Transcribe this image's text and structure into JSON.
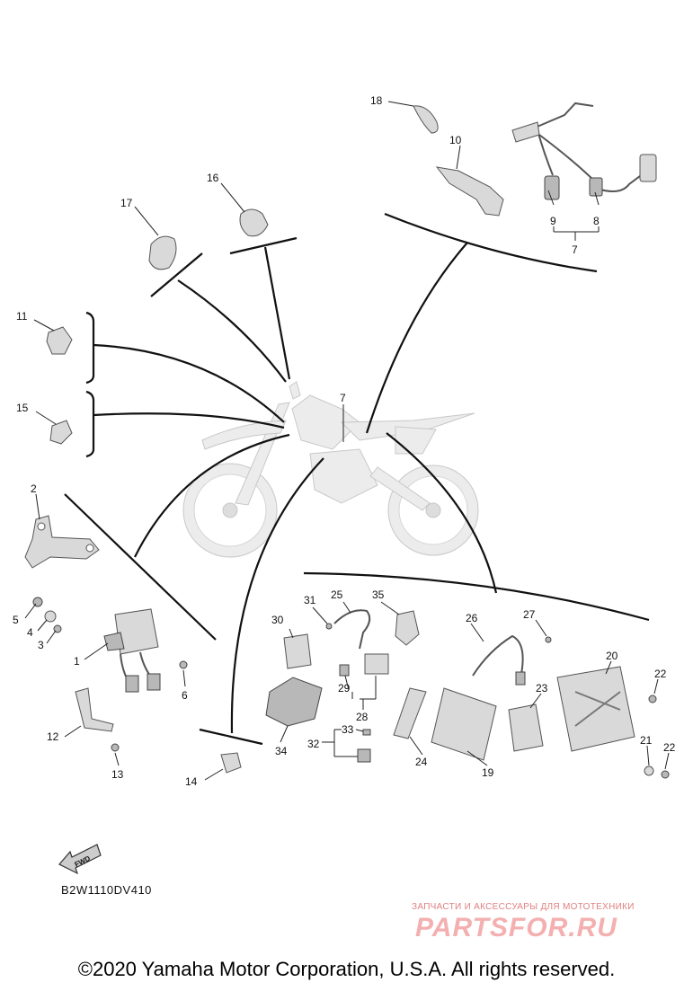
{
  "callouts": {
    "c1": "1",
    "c2": "2",
    "c3": "3",
    "c4": "4",
    "c5": "5",
    "c6": "6",
    "c7a": "7",
    "c7b": "7",
    "c8": "8",
    "c9": "9",
    "c10": "10",
    "c11": "11",
    "c12": "12",
    "c13": "13",
    "c14": "14",
    "c15": "15",
    "c16": "16",
    "c17": "17",
    "c18": "18",
    "c19": "19",
    "c20": "20",
    "c21": "21",
    "c22a": "22",
    "c22b": "22",
    "c23": "23",
    "c24": "24",
    "c25": "25",
    "c26": "26",
    "c27": "27",
    "c28": "28",
    "c29": "29",
    "c30": "30",
    "c31": "31",
    "c32": "32",
    "c33": "33",
    "c34": "34",
    "c35": "35"
  },
  "fwd_label": "FWD",
  "diagram_code": "B2W1110DV410",
  "watermark": {
    "tagline": "ЗАПЧАСТИ И АКСЕССУАРЫ ДЛЯ МОТОТЕХНИКИ",
    "brand": "PARTSFOR.RU"
  },
  "copyright": "©2020 Yamaha Motor Corporation, U.S.A. All rights reserved."
}
